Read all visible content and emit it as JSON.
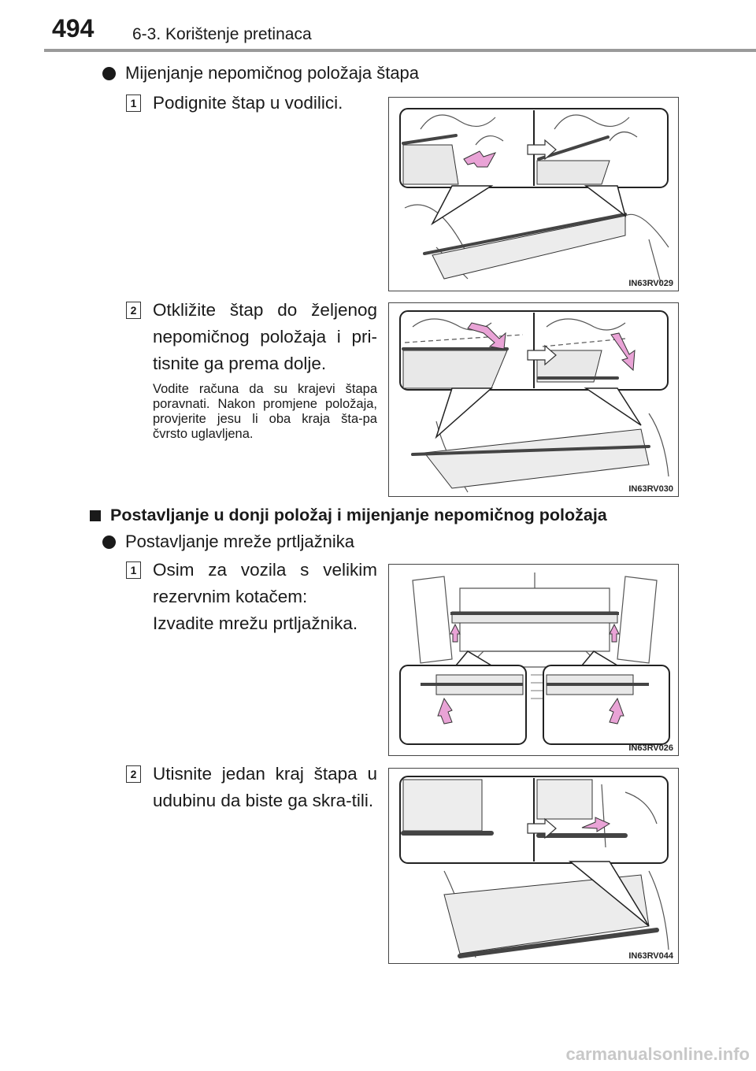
{
  "header": {
    "page_number": "494",
    "section": "6-3. Korištenje pretinaca"
  },
  "sub1": {
    "title": "Mijenjanje nepomičnog položaja štapa"
  },
  "step1a": {
    "num": "1",
    "text": "Podignite štap u vodilici.",
    "figure_code": "IN63RV029"
  },
  "step2a": {
    "num": "2",
    "text": "Otkližite štap do željenog nepomičnog položaja i pri-tisnite ga prema dolje.",
    "note": "Vodite računa da su krajevi štapa poravnati. Nakon promjene položaja, provjerite jesu li oba kraja šta-pa čvrsto uglavljena.",
    "figure_code": "IN63RV030"
  },
  "heading2": {
    "title": "Postavljanje u donji položaj i mijenjanje nepomičnog položaja"
  },
  "sub2": {
    "title": "Postavljanje mreže prtljažnika"
  },
  "step1b": {
    "num": "1",
    "text_line1": "Osim za vozila s velikim rezervnim kotačem:",
    "text_line2": "Izvadite mrežu prtljažnika.",
    "figure_code": "IN63RV026"
  },
  "step2b": {
    "num": "2",
    "text": "Utisnite jedan kraj štapa u udubinu da biste ga skra-tili.",
    "figure_code": "IN63RV044"
  },
  "watermark": "carmanualsonline.info",
  "colors": {
    "arrow_pink": "#e9a3d6",
    "rule_gray": "#9a9a9a"
  }
}
